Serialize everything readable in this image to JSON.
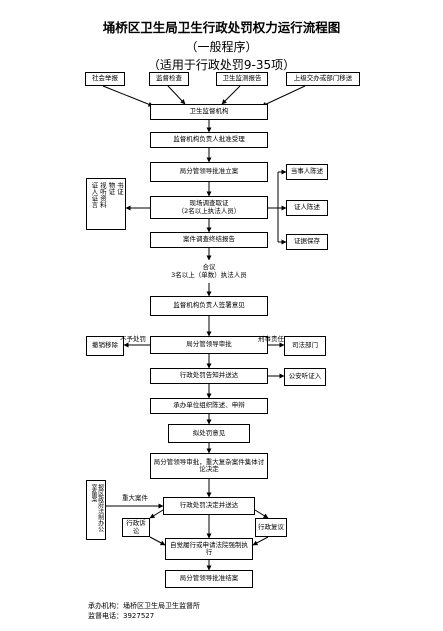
{
  "header": {
    "title": "埇桥区卫生局卫生行政处罚权力运行流程图",
    "subtitle": "（一般程序）",
    "scope": "（适用于行政处罚9-35项）"
  },
  "sources": {
    "s1": "社会举报",
    "s2": "监督检查",
    "s3": "卫生监测报告",
    "s4": "上级交办或部门移送"
  },
  "steps": {
    "b1": "卫生监督机构",
    "b2": "监督机构负责人批准受理",
    "b3": "局分管领导批准立案",
    "b4": "现场调查取证\n（2名以上执法人员）",
    "b5": "案件调查终结报告",
    "b6": "合议\n3名以上（单数）执法人员",
    "b7": "监督机构负责人签署意见",
    "b8": "局分管领导审批",
    "b9": "行政处罚告知并送达",
    "b10": "承办单位组织陈述、申辩",
    "b11": "拟处罚意见",
    "b12": "局分管领导审批，重大复杂案件集体讨论决定",
    "b13": "行政处罚决定并送达",
    "b14": "自觉履行或申请法院强制执行",
    "b15": "局分管领导批准结案"
  },
  "side": {
    "evidence_left": [
      "书证",
      "物证",
      "视听资料",
      "证人证言"
    ],
    "inquiry": "当事人陈述",
    "witness": "证人陈述",
    "preserve": "证据保存",
    "revoke": "撤销移除",
    "judicial": "司法部门",
    "hearing": "公安听证入",
    "review_left": [
      "报区政府法制办公室备案"
    ],
    "litigation": "行政诉讼",
    "reconsider": "行政复议"
  },
  "edge_labels": {
    "no_punish": "不予处罚",
    "criminal": "刑事责任",
    "major": "重大案件"
  },
  "footer": {
    "org": "承办机构：埇桥区卫生局卫生监督所",
    "phone": "监督电话：3927527"
  }
}
